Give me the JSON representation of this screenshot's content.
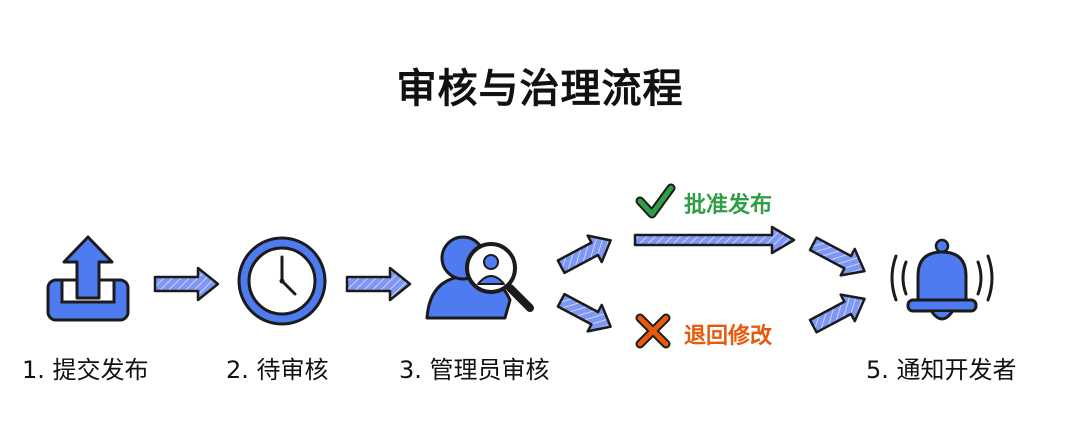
{
  "title": "审核与治理流程",
  "steps": [
    {
      "label": "1. 提交发布",
      "icon": "upload-tray-icon"
    },
    {
      "label": "2. 待审核",
      "icon": "clock-icon"
    },
    {
      "label": "3. 管理员审核",
      "icon": "user-search-icon"
    },
    {
      "label": "5. 通知开发者",
      "icon": "bell-icon"
    }
  ],
  "branches": [
    {
      "label": "批准发布",
      "icon": "checkmark-icon",
      "color": "#2f9e44"
    },
    {
      "label": "退回修改",
      "icon": "cross-icon",
      "color": "#e8590c"
    }
  ],
  "colors": {
    "icon_fill": "#4f7bf0",
    "icon_stroke": "#1b1b1b",
    "arrow_fill": "#6f8ef2"
  }
}
